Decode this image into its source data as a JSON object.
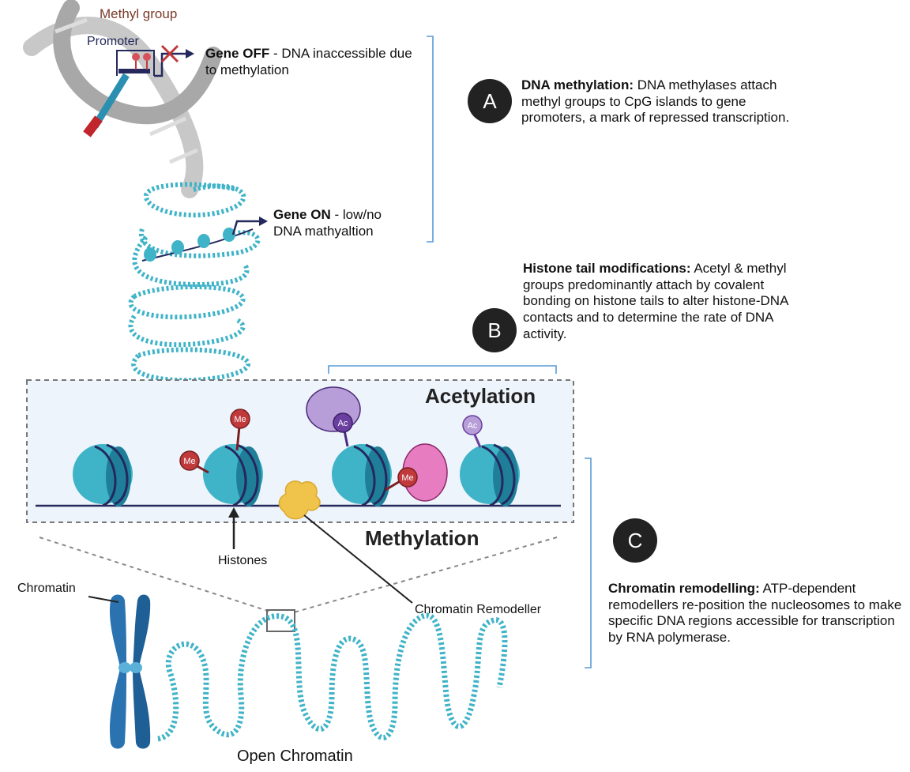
{
  "labels": {
    "methyl_group": "Methyl group",
    "promoter": "Promoter",
    "gene_off_bold": "Gene OFF",
    "gene_off_rest": " - DNA inaccessible due to methylation",
    "gene_on_bold": "Gene ON",
    "gene_on_rest": " - low/no DNA mathyaltion",
    "acetylation": "Acetylation",
    "methylation": "Methylation",
    "histones": "Histones",
    "chromatin": "Chromatin",
    "chromatin_remodeller": "Chromatin Remodeller",
    "open_chromatin": "Open Chromatin",
    "me": "Me",
    "ac": "Ac"
  },
  "sections": [
    {
      "badge": "A",
      "title": "DNA methylation:",
      "text": " DNA methylases attach methyl groups to CpG islands to gene promoters, a mark of repressed transcription."
    },
    {
      "badge": "B",
      "title": "Histone tail modifications:",
      "text": " Acetyl & methyl groups predominantly attach by covalent bonding on histone tails to alter histone-DNA contacts and to determine the rate of DNA activity."
    },
    {
      "badge": "C",
      "title": "Chromatin remodelling:",
      "text": " ATP-dependent remodellers re-position the nucleosomes to make specific DNA regions accessible for transcription by RNA polymerase."
    }
  ],
  "colors": {
    "histone": "#3fb3c8",
    "histone_dark": "#1f7f9a",
    "dna_line": "#24285c",
    "methyl": "#c0393b",
    "acetyl_dark": "#6a3fa0",
    "acetyl_light": "#b79ed8",
    "pink_enzyme": "#e77cc0",
    "remodeller": "#f0c44a",
    "chromosome": "#2a73b0",
    "box_fill": "#eef4fb",
    "bracket": "#5a9bd5"
  }
}
